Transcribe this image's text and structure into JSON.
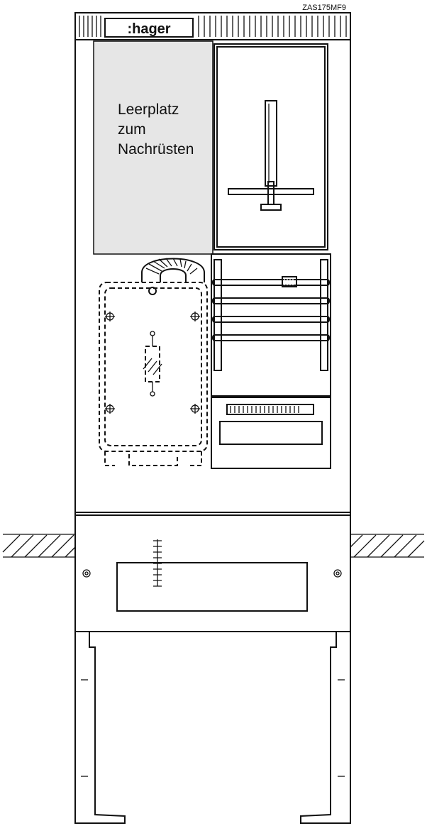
{
  "model_code": "ZAS175MF9",
  "brand": {
    "name": ":hager"
  },
  "empty_slot": {
    "line1": "Leerplatz",
    "line2": "zum",
    "line3": "Nachrüsten"
  },
  "colors": {
    "line": "#111111",
    "panel_fill": "#e6e6e6",
    "background": "#ffffff"
  }
}
